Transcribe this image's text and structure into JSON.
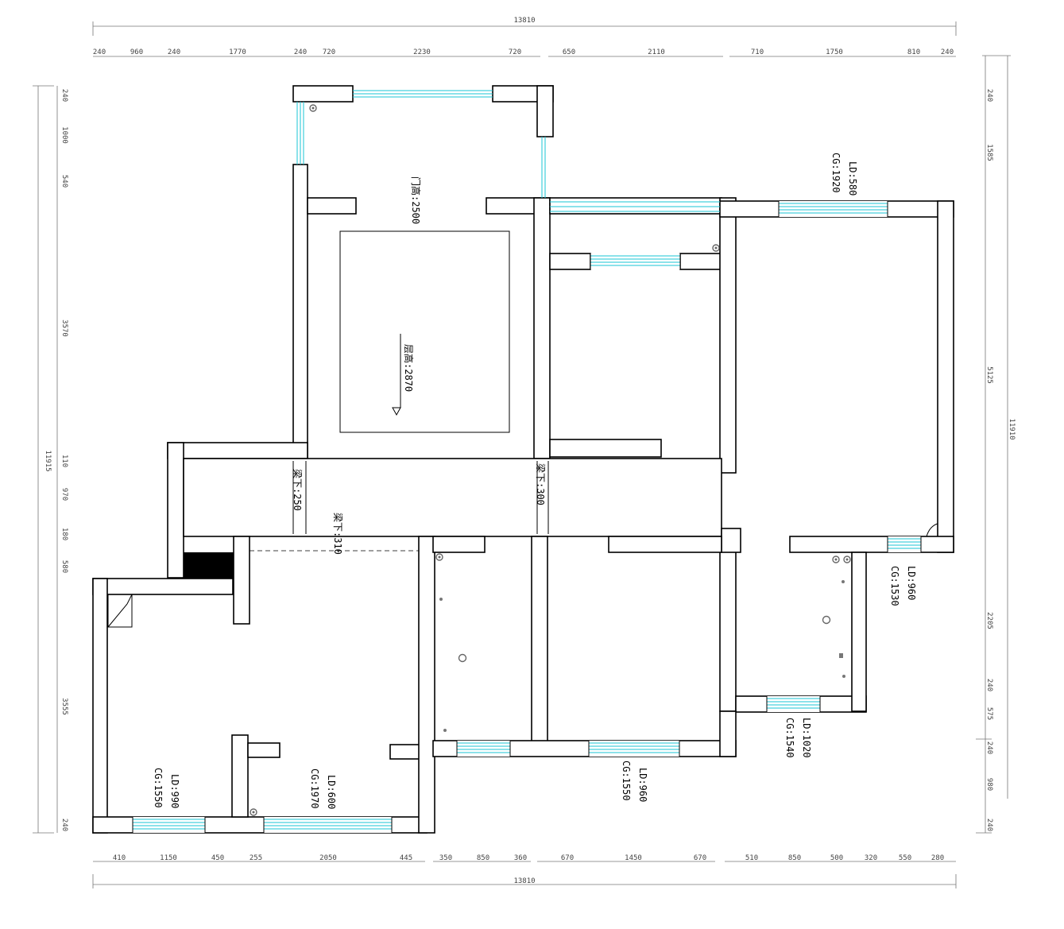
{
  "drawing": {
    "dimensions": {
      "top_total": "13810",
      "bottom_total": "13810",
      "left_total": "11915",
      "right_total": "11910",
      "top": [
        "240",
        "960",
        "240",
        "1770",
        "240",
        "720",
        "2230",
        "720",
        "650",
        "2110",
        "710",
        "1750",
        "810",
        "240"
      ],
      "bottom": [
        "410",
        "1150",
        "450",
        "255",
        "2050",
        "445",
        "350",
        "850",
        "360",
        "670",
        "1450",
        "670",
        "510",
        "850",
        "500",
        "320",
        "550",
        "280"
      ],
      "left": [
        "240",
        "1000",
        "540",
        "3570",
        "110",
        "970",
        "180",
        "580",
        "3555",
        "240"
      ],
      "right": [
        "240",
        "1585",
        "5125",
        "2205",
        "240",
        "575",
        "240",
        "980",
        "240"
      ]
    },
    "labels": {
      "door_height": "门高:2500",
      "floor_height": "层高:2870",
      "beam1": "梁下:250",
      "beam2": "梁下:300",
      "beam3": "梁下:310"
    },
    "windows": [
      {
        "ld": "LD:580",
        "cg": "CG:1920"
      },
      {
        "ld": "LD:960",
        "cg": "CG:1530"
      },
      {
        "ld": "LD:1020",
        "cg": "CG:1540"
      },
      {
        "ld": "LD:960",
        "cg": "CG:1550"
      },
      {
        "ld": "LD:600",
        "cg": "CG:1970"
      },
      {
        "ld": "LD:990",
        "cg": "CG:1550"
      }
    ]
  },
  "colors": {
    "wall": "#000000",
    "window": "#19c4d4",
    "dimension": "#777777"
  }
}
